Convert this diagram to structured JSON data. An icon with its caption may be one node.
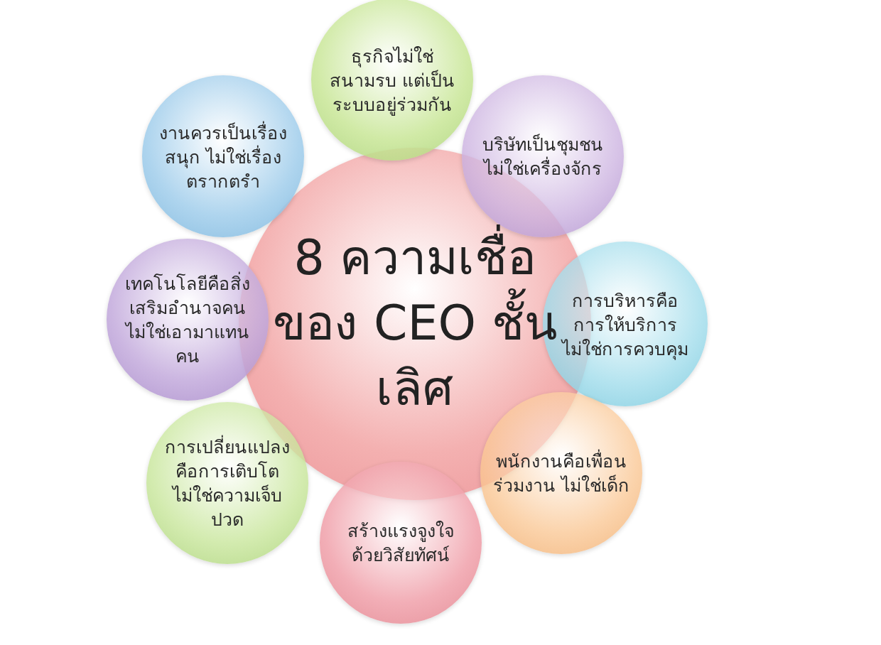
{
  "diagram": {
    "nodes": [
      {
        "text": [
          "8 ความเชื่อของ CEO ชั้นเลิศ"
        ]
      },
      {
        "text": [
          "ธุรกิจไม่ใช่สนามรบ แต่เป็นระบบอยู่ร่วมกัน"
        ]
      },
      {
        "text": [
          "บริษัทเป็นชุมชน ไม่ใช่เครื่องจักร"
        ]
      },
      {
        "text": [
          "การบริหารคือการให้บริการ ไม่ใช่การควบคุม"
        ]
      },
      {
        "text": [
          "พนักงานคือเพื่อนร่วมงาน ไม่ใช่เด็ก"
        ]
      },
      {
        "text": [
          "สร้างแรงจูงใจ ด้วยวิสัยทัศน์"
        ]
      },
      {
        "text": [
          "การเปลี่ยนแปลงคือการเติบโต ไม่ใช่ความเจ็บปวด"
        ]
      },
      {
        "text": [
          "เทคโนโลยีคือสิ่งเสริมอำนาจคน ไม่ใช่เอามาแทนคน"
        ]
      },
      {
        "text": [
          "งานควรเป็นเรื่องสนุก ไม่ใช่เรื่องตรากตรำ"
        ]
      }
    ]
  }
}
